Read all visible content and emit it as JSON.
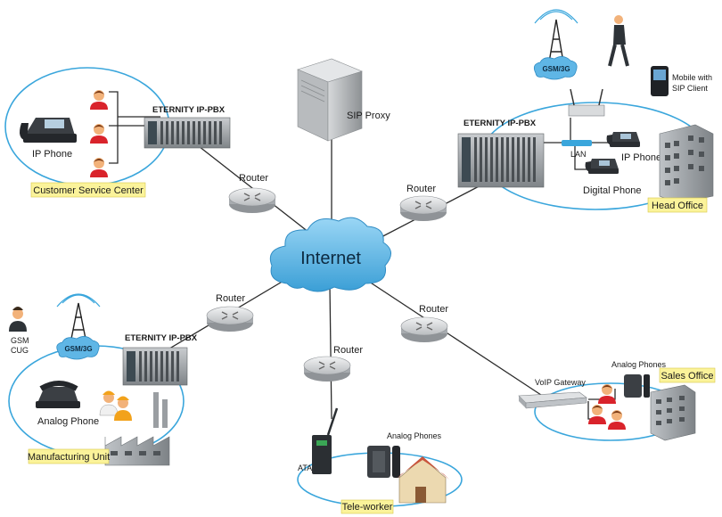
{
  "internet": {
    "label": "Internet"
  },
  "sip_proxy": {
    "label": "SIP Proxy"
  },
  "routers": {
    "top_left": "Router",
    "top_right": "Router",
    "left": "Router",
    "center": "Router",
    "right": "Router"
  },
  "customer_service": {
    "pbx_label": "ETERNITY IP-PBX",
    "phone_label": "IP Phone",
    "site_label": "Customer Service Center"
  },
  "head_office": {
    "pbx_label": "ETERNITY IP-PBX",
    "gsm_label": "GSM/3G",
    "mobile_label_1": "Mobile with",
    "mobile_label_2": "SIP Client",
    "lan_label": "LAN",
    "ip_phone_label": "IP Phone",
    "digital_phone_label": "Digital Phone",
    "site_label": "Head Office"
  },
  "manufacturing": {
    "pbx_label": "ETERNITY IP-PBX",
    "gsm_label": "GSM/3G",
    "cug_label_1": "GSM",
    "cug_label_2": "CUG",
    "phone_label": "Analog Phone",
    "site_label": "Manufacturing Unit"
  },
  "tele_worker": {
    "ata_label": "ATA",
    "phones_label": "Analog Phones",
    "site_label": "Tele-worker"
  },
  "sales_office": {
    "gateway_label": "VoIP Gateway",
    "phones_label": "Analog Phones",
    "site_label": "Sales Office"
  },
  "colors": {
    "ellipse": "#3aa6dc",
    "tag_fill": "#fbf39a",
    "cloud": "#5fb6e6",
    "router": "#d8dadc"
  }
}
